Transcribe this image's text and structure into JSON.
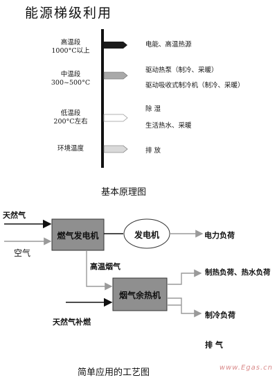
{
  "top": {
    "title": "能源梯级利用",
    "tiers": [
      {
        "temp_line1": "高温段",
        "temp_line2": "1000°C以上",
        "uses": [
          "电能、高温热源"
        ]
      },
      {
        "temp_line1": "中温段",
        "temp_line2": "300~500°C",
        "uses": [
          "驱动热泵（制冷、采暖）",
          "驱动吸收式制冷机（制冷、采暖）"
        ]
      },
      {
        "temp_line1": "低温段",
        "temp_line2": "200°C左右",
        "uses": [
          "除  湿",
          "生活热水、采暖"
        ]
      },
      {
        "temp_line1": "环境温度",
        "temp_line2": "",
        "uses": [
          "排  放"
        ]
      }
    ],
    "caption": "基本原理图"
  },
  "bottom": {
    "inputs": {
      "natural_gas": "天然气",
      "air": "空气",
      "supplement_gas": "天然气补燃"
    },
    "boxes": {
      "gas_turbine": "燃气发电机",
      "generator": "发电机",
      "heat_recovery": "烟气余热机"
    },
    "labels": {
      "hot_flue_gas": "高温烟气",
      "electric_load": "电力负荷",
      "heating_hot_water_load": "制热负荷、热水负荷",
      "cooling_load": "制冷负荷",
      "exhaust": "排  气"
    },
    "caption": "简单应用的工艺图"
  },
  "watermark": "www.Egas.cn",
  "colors": {
    "box_fill": "#8f8f8f",
    "arrow_gray": "#9a9a9a",
    "line_dark": "#111111"
  }
}
